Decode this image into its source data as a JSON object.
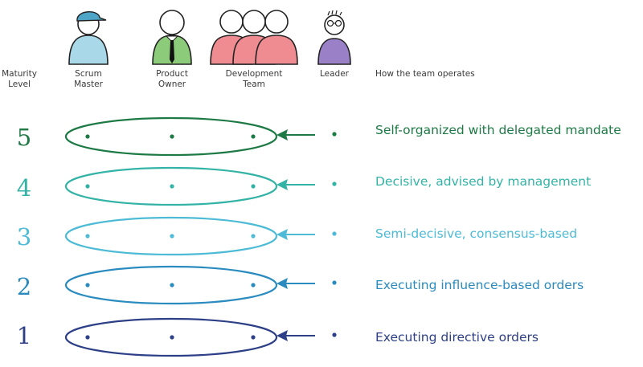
{
  "headers": {
    "maturity_level": "Maturity Level",
    "scrum_master": "Scrum Master",
    "product_owner": "Product Owner",
    "development_team": "Development Team",
    "leader": "Leader",
    "how_team_operates": "How the team operates"
  },
  "levels": [
    {
      "number": "5",
      "description": "Self-organized with delegated mandate",
      "color": "#1e7a45"
    },
    {
      "number": "4",
      "description": "Decisive, advised by management",
      "color": "#33b3a6"
    },
    {
      "number": "3",
      "description": "Semi-decisive, consensus-based",
      "color": "#4dbbd6"
    },
    {
      "number": "2",
      "description": "Executing influence-based orders",
      "color": "#2a8bbf"
    },
    {
      "number": "1",
      "description": "Executing directive orders",
      "color": "#2d3f86"
    }
  ],
  "figure_colors": {
    "scrum_master": "#a9d8e8",
    "product_owner": "#8ccb7a",
    "development_team": "#ee8c92",
    "leader": "#9a80c6"
  }
}
